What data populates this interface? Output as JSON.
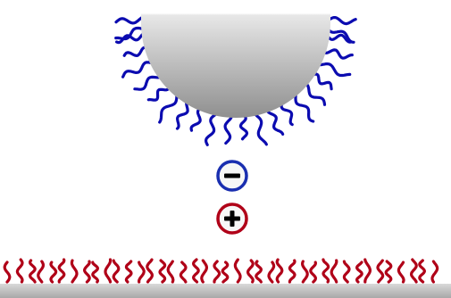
{
  "diagram": {
    "colors": {
      "background": "#ffffff",
      "tip_top": "#e8e8e8",
      "tip_bottom": "#8f8f8f",
      "substrate_top": "#d9d9d9",
      "substrate_bottom": "#a8a8a8",
      "tip_chains": "#0b0bb0",
      "substrate_chains": "#b00018",
      "negative_charge": "#1a2fb0",
      "positive_charge": "#b00018",
      "charge_fill": "#f7f7f7",
      "charge_symbol": "#000000"
    },
    "charges": [
      {
        "name": "negative-charge",
        "symbol": "minus",
        "color": "#1a2fb0"
      },
      {
        "name": "positive-charge",
        "symbol": "plus",
        "color": "#b00018"
      }
    ]
  }
}
